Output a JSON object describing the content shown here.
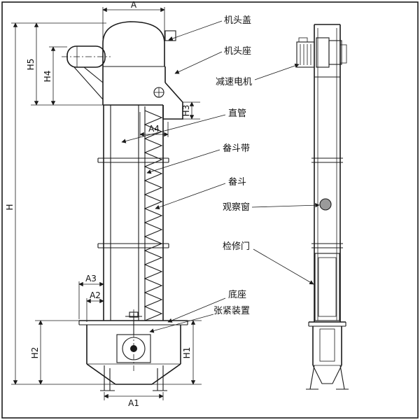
{
  "diagram": {
    "type": "bucket-elevator-technical-drawing",
    "colors": {
      "line": "#1a1a1a",
      "background": "#ffffff",
      "window_fill": "#9a9a9a"
    },
    "part_labels": [
      {
        "id": "head-cover",
        "text": "机头盖"
      },
      {
        "id": "head-base",
        "text": "机头座"
      },
      {
        "id": "gear-motor",
        "text": "减速电机"
      },
      {
        "id": "straight-pipe",
        "text": "直管"
      },
      {
        "id": "bucket-belt",
        "text": "畚斗带"
      },
      {
        "id": "bucket",
        "text": "畚斗"
      },
      {
        "id": "observation-window",
        "text": "观察窗"
      },
      {
        "id": "inspection-door",
        "text": "检修门"
      },
      {
        "id": "base",
        "text": "底座"
      },
      {
        "id": "tension-device",
        "text": "张紧装置"
      }
    ],
    "dim_labels": {
      "a": "A",
      "h5": "H5",
      "h4": "H4",
      "h": "H",
      "h3": "H3",
      "a4": "A4",
      "a3": "A3",
      "a2": "A2",
      "h2": "H2",
      "a1": "A1",
      "h1": "H1"
    }
  }
}
